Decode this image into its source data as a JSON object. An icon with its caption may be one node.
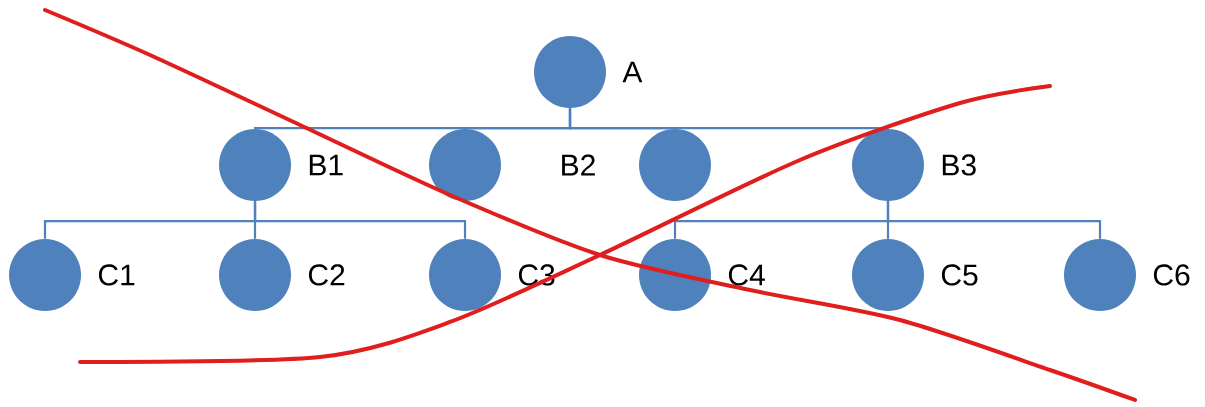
{
  "diagram": {
    "nodes": [
      {
        "text": [
          "A"
        ]
      },
      {
        "text": [
          "B1"
        ]
      },
      {
        "text": [],
        "shape": "circle"
      },
      {
        "text": [],
        "shape": "circle"
      },
      {
        "text": [
          "B3"
        ]
      },
      {
        "text": [
          "C1"
        ]
      },
      {
        "text": [
          "C2"
        ]
      },
      {
        "text": [
          "C3"
        ]
      },
      {
        "text": [
          "C4"
        ]
      },
      {
        "text": [
          "C5"
        ]
      },
      {
        "text": [
          "C6"
        ]
      }
    ],
    "edges": [
      {
        "from": 0,
        "to": 1,
        "arrow": "none"
      },
      {
        "from": 0,
        "to": 2,
        "arrow": "none"
      },
      {
        "from": 0,
        "to": 3,
        "arrow": "none"
      },
      {
        "from": 0,
        "to": 4,
        "arrow": "none"
      },
      {
        "from": 1,
        "to": 5,
        "arrow": "none"
      },
      {
        "from": 1,
        "to": 6,
        "arrow": "none"
      },
      {
        "from": 1,
        "to": 7,
        "arrow": "none"
      },
      {
        "from": 4,
        "to": 8,
        "arrow": "none"
      },
      {
        "from": 4,
        "to": 9,
        "arrow": "none"
      },
      {
        "from": 4,
        "to": 10,
        "arrow": "none"
      }
    ],
    "labels": [
      "B2"
    ]
  }
}
